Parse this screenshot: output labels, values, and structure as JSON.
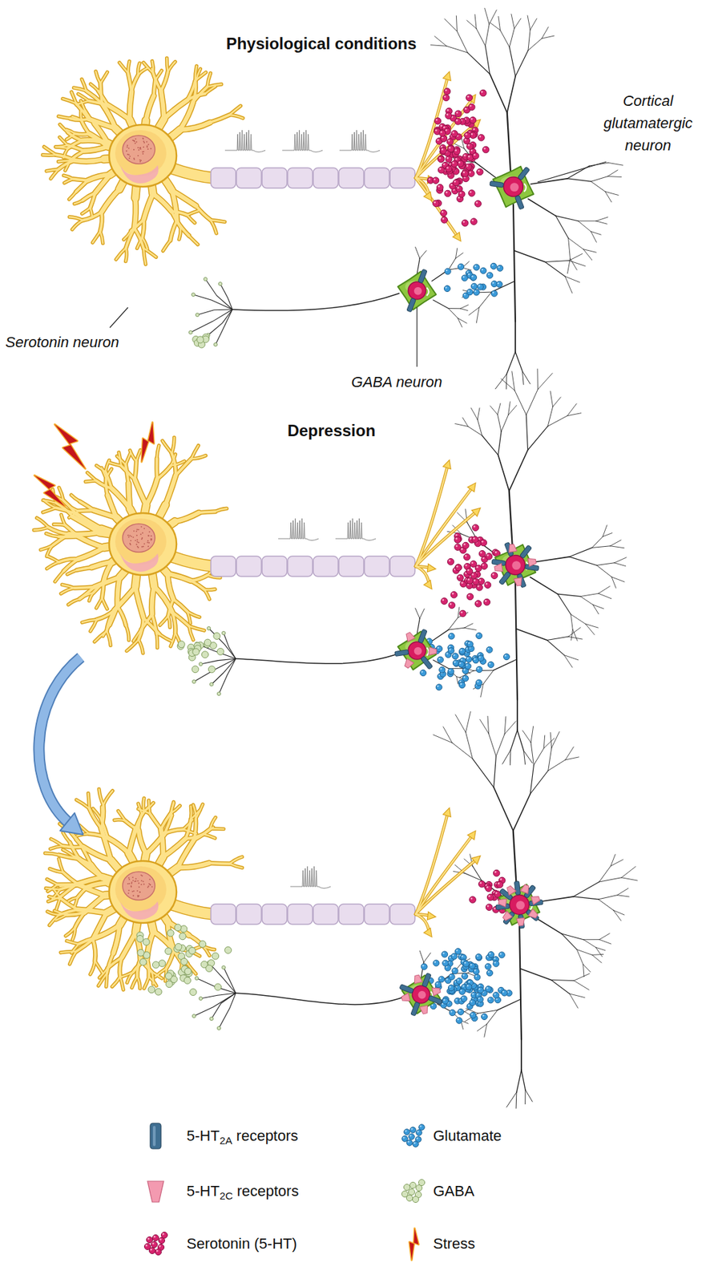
{
  "diagram": {
    "labels": [
      "Physiological conditions",
      "Cortical glutamatergic neuron",
      "Serotonin neuron",
      "GABA neuron",
      "Depression"
    ],
    "legend": [
      {
        "text": "5-HT2A receptors"
      },
      {
        "text": "Glutamate"
      },
      {
        "text": "5-HT2C receptors"
      },
      {
        "text": "GABA"
      },
      {
        "text": "Serotonin (5-HT)"
      },
      {
        "text": "Stress"
      }
    ]
  }
}
